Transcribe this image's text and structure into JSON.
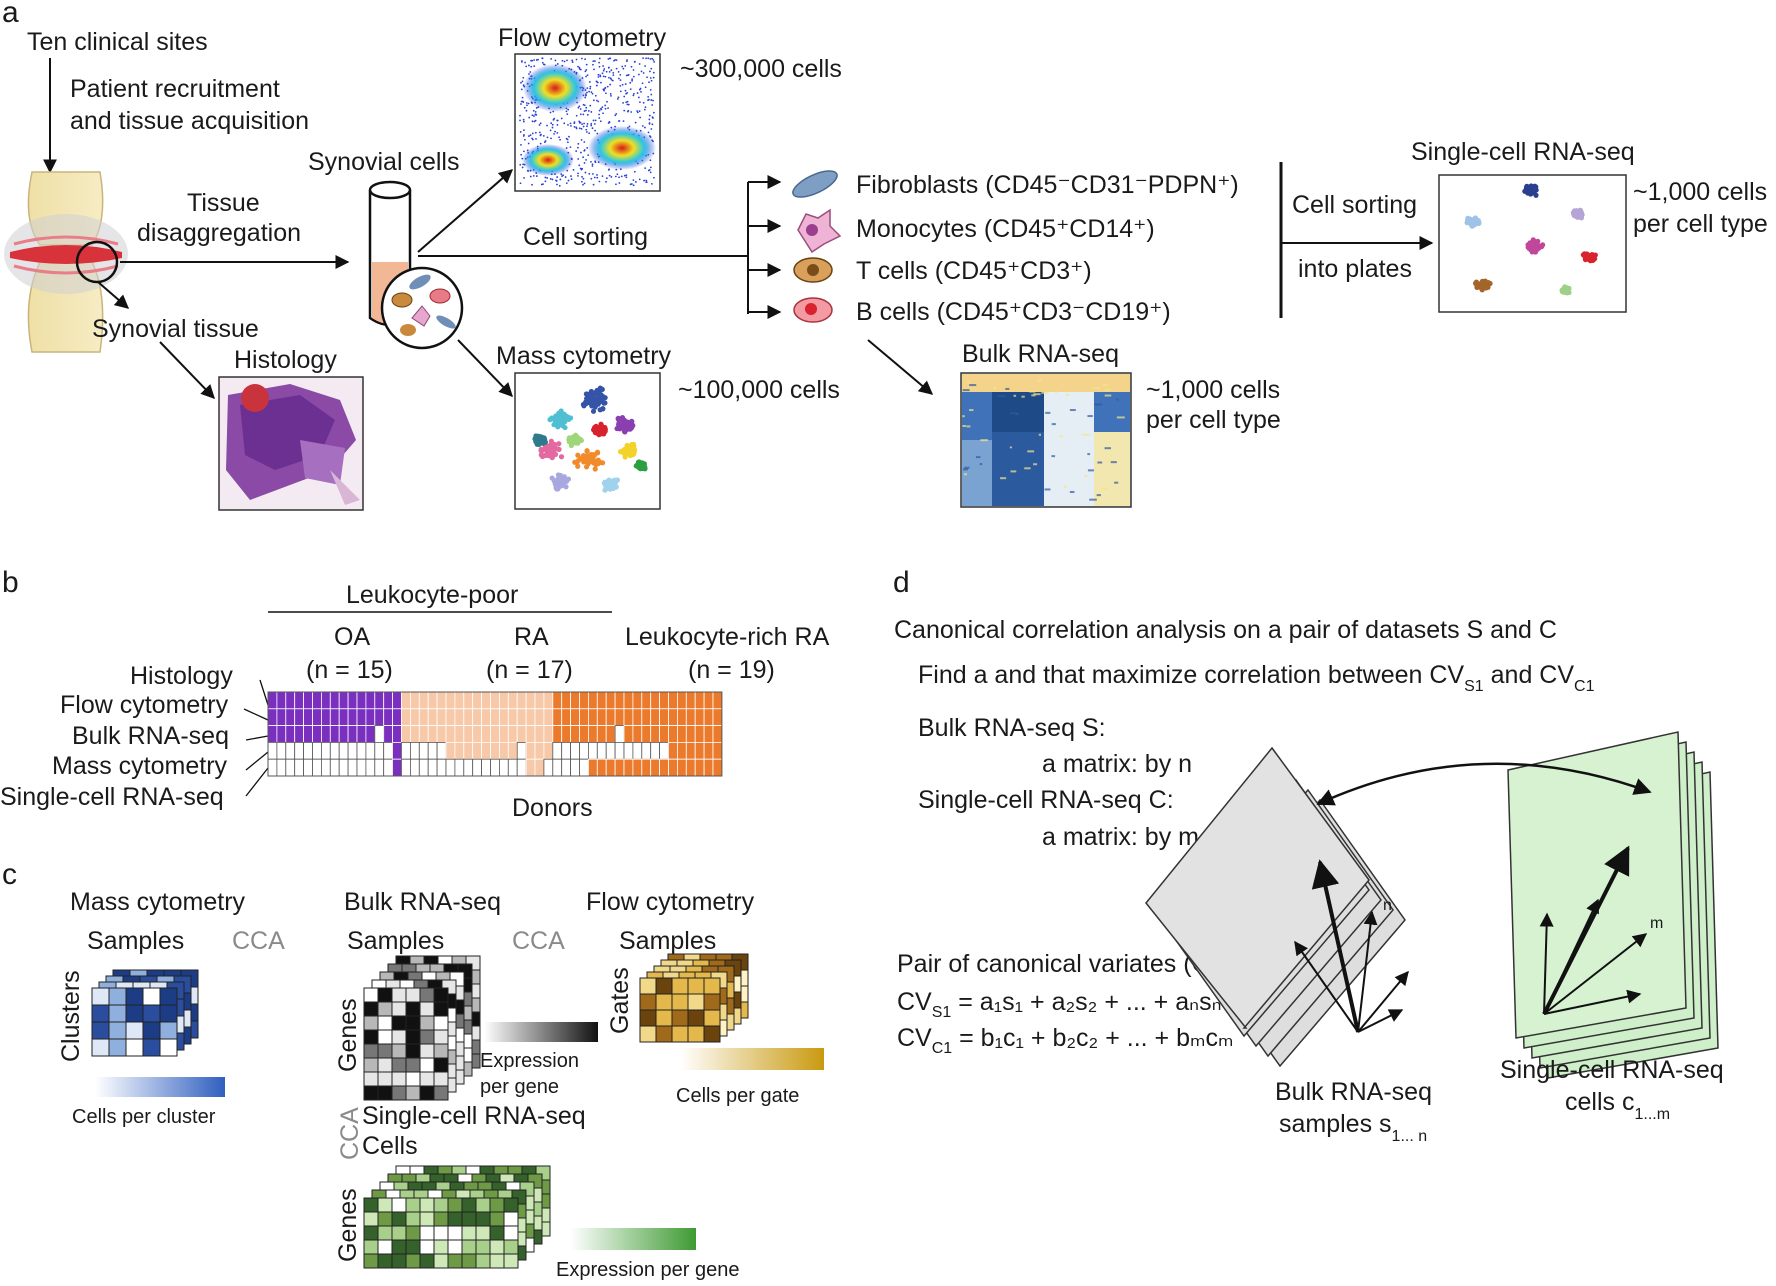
{
  "panel_labels": {
    "a": "a",
    "b": "b",
    "c": "c",
    "d": "d"
  },
  "panel_a": {
    "sites": "Ten clinical sites",
    "recruit_line1": "Patient recruitment",
    "recruit_line2": "and tissue acquisition",
    "tissue_disagg_line1": "Tissue",
    "tissue_disagg_line2": "disaggregation",
    "synovial_tissue": "Synovial tissue",
    "histology": "Histology",
    "synovial_cells": "Synovial cells",
    "flow_title": "Flow cytometry",
    "flow_count": "~300,000 cells",
    "mass_title": "Mass cytometry",
    "mass_count": "~100,000 cells",
    "cell_sorting": "Cell sorting",
    "cell_types": [
      {
        "name": "Fibroblasts (CD45⁻CD31⁻PDPN⁺)",
        "color": "#6f8fb8"
      },
      {
        "name": "Monocytes (CD45⁺CD14⁺)",
        "color": "#e7a6cf"
      },
      {
        "name": "T cells (CD45⁺CD3⁺)",
        "color": "#c98a3e"
      },
      {
        "name": "B cells (CD45⁺CD3⁻CD19⁺)",
        "color": "#e87b86"
      }
    ],
    "bulk_title": "Bulk RNA-seq",
    "bulk_count_line1": "~1,000 cells",
    "bulk_count_line2": "per cell type",
    "plate_sort_line1": "Cell sorting",
    "plate_sort_line2": "into plates",
    "sc_title": "Single-cell RNA-seq",
    "sc_count_line1": "~1,000 cells",
    "sc_count_line2": "per cell type"
  },
  "panel_b": {
    "leukocyte_poor": "Leukocyte-poor",
    "groups": [
      {
        "name": "OA",
        "n": "(n = 15)",
        "color": "#7b2fbe"
      },
      {
        "name": "RA",
        "n": "(n = 17)",
        "color": "#f7c9a8"
      },
      {
        "name": "Leukocyte-rich RA",
        "n": "(n = 19)",
        "color": "#ec7a2c"
      }
    ],
    "row_labels": [
      "Histology",
      "Flow cytometry",
      "Bulk RNA-seq",
      "Mass cytometry",
      "Single-cell RNA-seq"
    ],
    "x_label": "Donors"
  },
  "panel_c": {
    "mass_title": "Mass cytometry",
    "mass_samples": "Samples",
    "mass_clusters": "Clusters",
    "mass_grad": "Cells per cluster",
    "cca": "CCA",
    "bulk_title": "Bulk RNA-seq",
    "bulk_samples": "Samples",
    "bulk_genes": "Genes",
    "bulk_grad_line1": "Expression",
    "bulk_grad_line2": "per gene",
    "flow_title": "Flow cytometry",
    "flow_samples": "Samples",
    "flow_gates": "Gates",
    "flow_grad": "Cells per gate",
    "sc_title": "Single-cell RNA-seq",
    "sc_cells": "Cells",
    "sc_genes": "Genes",
    "sc_grad": "Expression per gene"
  },
  "panel_d": {
    "title": "Canonical correlation analysis on a pair of datasets S and C",
    "find_line": "Find a and   that maximize correlation between CV",
    "find_sub1": "S1",
    "find_and": " and CV",
    "find_sub2": "C1",
    "bulk_S": "Bulk RNA-seq S:",
    "bulk_matrix": "a matrix:   by n",
    "sc_C": "Single-cell RNA-seq C:",
    "sc_matrix": "a matrix:   by m",
    "pair_title": "Pair of canonical variates (CV)",
    "cv1": "CV",
    "cv1_sub": "S1",
    "cv1_rhs": " = a₁s₁ + a₂s₂ + ... + aₙsₙ",
    "cv2": "CV",
    "cv2_sub": "C1",
    "cv2_rhs": " = b₁c₁ + b₂c₂ + ... + bₘcₘ",
    "n_label": "n",
    "m_label": "m",
    "bulk_caption_line1": "Bulk RNA-seq",
    "bulk_caption_line2": "samples s",
    "bulk_caption_sub": "1... n",
    "sc_caption_line1": "Single-cell RNA-seq",
    "sc_caption_line2": "cells c",
    "sc_caption_sub": "1...m"
  }
}
